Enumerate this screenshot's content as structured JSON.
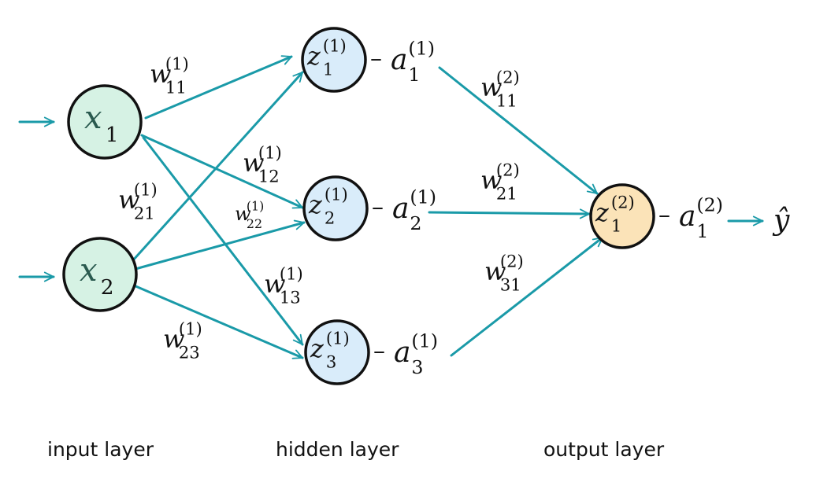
{
  "colors": {
    "edge": "#1a9aa8",
    "input_fill": "#d6f2e4",
    "hidden_fill": "#d9ecfa",
    "output_fill": "#fbe3b8",
    "outline": "#111111"
  },
  "layers": [
    {
      "id": "input",
      "label": "input layer"
    },
    {
      "id": "hidden",
      "label": "hidden layer"
    },
    {
      "id": "output",
      "label": "output layer"
    }
  ],
  "nodes": [
    {
      "id": "x1",
      "layer": "input",
      "symbol": "x",
      "sub": "1",
      "sup": ""
    },
    {
      "id": "x2",
      "layer": "input",
      "symbol": "x",
      "sub": "2",
      "sup": ""
    },
    {
      "id": "z1",
      "layer": "hidden",
      "symbol": "z",
      "sub": "1",
      "sup": "(1)",
      "activation": {
        "symbol": "a",
        "sub": "1",
        "sup": "(1)"
      }
    },
    {
      "id": "z2",
      "layer": "hidden",
      "symbol": "z",
      "sub": "2",
      "sup": "(1)",
      "activation": {
        "symbol": "a",
        "sub": "2",
        "sup": "(1)"
      }
    },
    {
      "id": "z3",
      "layer": "hidden",
      "symbol": "z",
      "sub": "3",
      "sup": "(1)",
      "activation": {
        "symbol": "a",
        "sub": "3",
        "sup": "(1)"
      }
    },
    {
      "id": "o1",
      "layer": "output",
      "symbol": "z",
      "sub": "1",
      "sup": "(2)",
      "activation": {
        "symbol": "a",
        "sub": "1",
        "sup": "(2)"
      }
    }
  ],
  "edges": [
    {
      "from": "x1",
      "to": "z1",
      "weight": {
        "symbol": "w",
        "sub": "11",
        "sup": "(1)"
      }
    },
    {
      "from": "x1",
      "to": "z2",
      "weight": {
        "symbol": "w",
        "sub": "12",
        "sup": "(1)"
      }
    },
    {
      "from": "x1",
      "to": "z3",
      "weight": {
        "symbol": "w",
        "sub": "13",
        "sup": "(1)"
      }
    },
    {
      "from": "x2",
      "to": "z1",
      "weight": {
        "symbol": "w",
        "sub": "21",
        "sup": "(1)"
      }
    },
    {
      "from": "x2",
      "to": "z2",
      "weight": {
        "symbol": "w",
        "sub": "22",
        "sup": "(1)"
      }
    },
    {
      "from": "x2",
      "to": "z3",
      "weight": {
        "symbol": "w",
        "sub": "23",
        "sup": "(1)"
      }
    },
    {
      "from": "z1",
      "to": "o1",
      "weight": {
        "symbol": "w",
        "sub": "11",
        "sup": "(2)"
      }
    },
    {
      "from": "z2",
      "to": "o1",
      "weight": {
        "symbol": "w",
        "sub": "21",
        "sup": "(2)"
      }
    },
    {
      "from": "z3",
      "to": "o1",
      "weight": {
        "symbol": "w",
        "sub": "31",
        "sup": "(2)"
      }
    }
  ],
  "output": {
    "symbol": "ŷ"
  },
  "dash": "–"
}
